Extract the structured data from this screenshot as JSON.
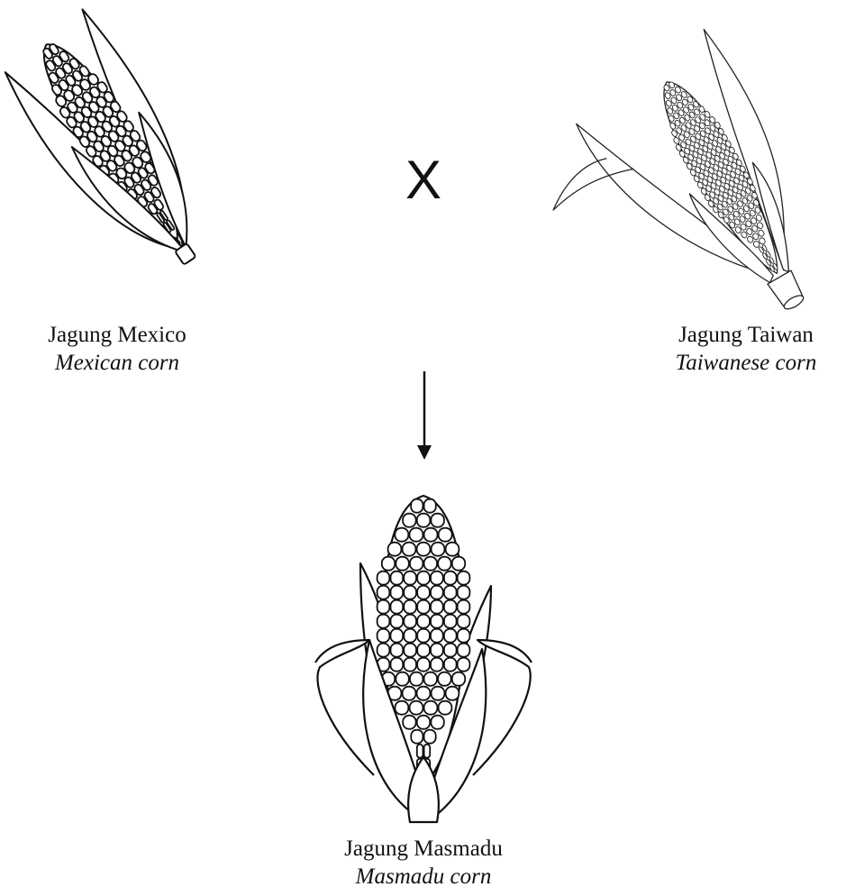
{
  "parents": [
    {
      "name": "Jagung Mexico",
      "english": "Mexican corn",
      "icon": "mexican-corn-icon"
    },
    {
      "name": "Jagung Taiwan",
      "english": "Taiwanese corn",
      "icon": "taiwanese-corn-icon"
    }
  ],
  "cross_symbol": "X",
  "offspring": {
    "name": "Jagung Masmadu",
    "english": "Masmadu corn",
    "icon": "masmadu-corn-icon"
  },
  "arrow": "down-arrow-icon"
}
